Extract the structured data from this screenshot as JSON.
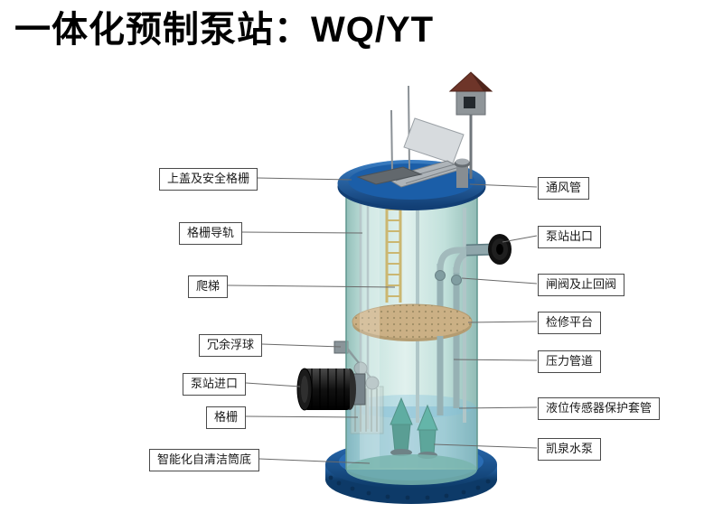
{
  "title": "一体化预制泵站：WQ/YT",
  "labels": {
    "left": [
      "上盖及安全格栅",
      "格栅导轨",
      "爬梯",
      "冗余浮球",
      "泵站进口",
      "格栅",
      "智能化自清洁筒底"
    ],
    "right": [
      "通风管",
      "泵站出口",
      "闸阀及止回阀",
      "检修平台",
      "压力管道",
      "液位传感器保护套管",
      "凯泉水泵"
    ]
  },
  "colors": {
    "title_text": "#000000",
    "label_border": "#4a4a4a",
    "label_text": "#1a1a1a",
    "leader_line": "#6a6a6a",
    "tank_glass": "#cfe9e4",
    "lid_blue": "#1b5ea8",
    "base_blue": "#1b5ea8",
    "platform_tan": "#c9995c",
    "ladder_yellow": "#c9a23f",
    "inlet_black": "#141414",
    "pump_teal": "#2e9486"
  }
}
